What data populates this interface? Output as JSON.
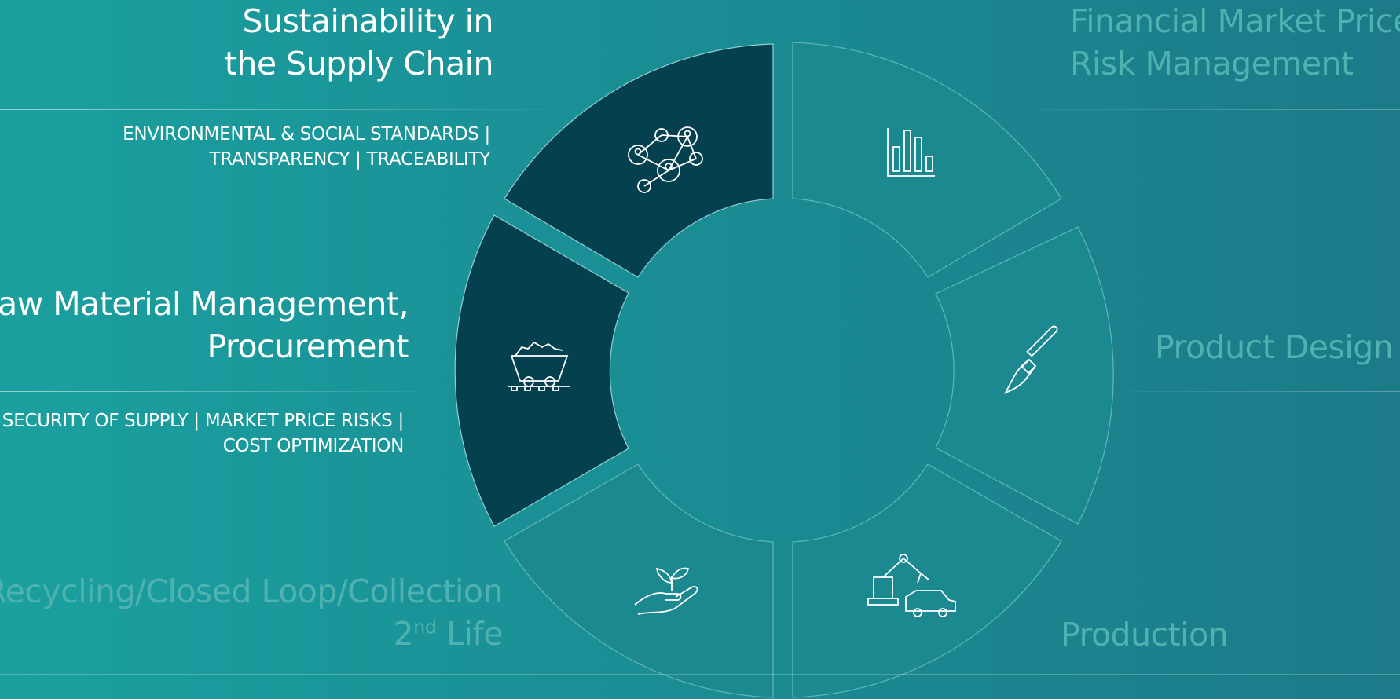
{
  "segments": [
    {
      "title_lines": [
        "Sustainability in",
        "the Supply Chain"
      ],
      "subtitle_lines": [
        "ENVIRONMENTAL & SOCIAL STANDARDS |",
        "TRANSPARENCY | TRACEABILITY"
      ],
      "active": true,
      "icon": "supply-network-icon"
    },
    {
      "title_lines": [
        "Raw Material Management,",
        "Procurement"
      ],
      "subtitle_lines": [
        "SECURITY OF SUPPLY | MARKET PRICE RISKS |",
        "COST OPTIMIZATION"
      ],
      "active": true,
      "icon": "mine-cart-icon"
    },
    {
      "title_lines": [
        "Recycling/Closed Loop/Collection"
      ],
      "title_line2_prefix": "2",
      "title_line2_sup": "nd",
      "title_line2_suffix": " Life",
      "active": false,
      "icon": "hand-plant-icon"
    },
    {
      "title_lines": [
        "Financial Market Price",
        "Risk Management"
      ],
      "active": false,
      "icon": "bar-chart-icon"
    },
    {
      "title_lines": [
        "Product Design"
      ],
      "active": false,
      "icon": "paintbrush-icon"
    },
    {
      "title_lines": [
        "Production"
      ],
      "active": false,
      "icon": "robot-arm-car-icon"
    }
  ],
  "colors": {
    "active_segment": "#05404f",
    "inactive_segment": "#1c8890",
    "muted_text": "#4fb1b0",
    "active_text": "#ffffff"
  }
}
